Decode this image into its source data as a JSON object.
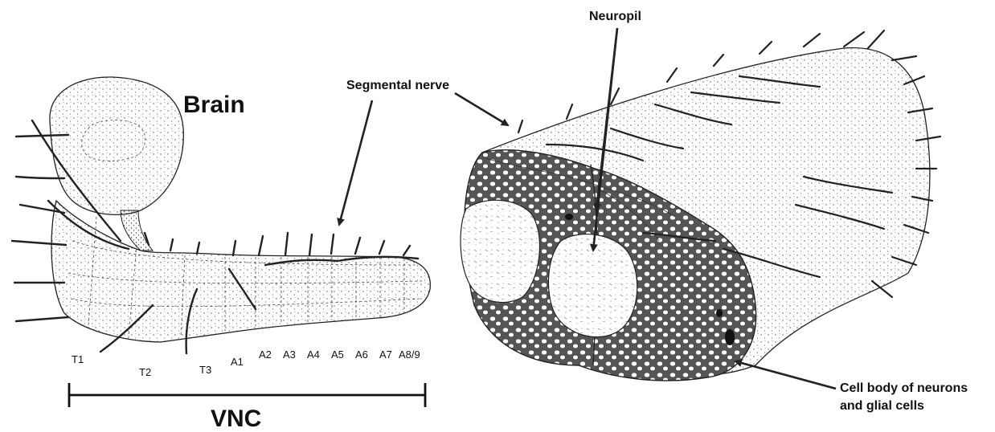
{
  "labels": {
    "brain": "Brain",
    "vnc": "VNC",
    "segmental_nerve": "Segmental nerve",
    "neuropil": "Neuropil",
    "cell_body_line1": "Cell body of neurons",
    "cell_body_line2": "and glial cells"
  },
  "segments": [
    "T1",
    "T2",
    "T3",
    "A1",
    "A2",
    "A3",
    "A4",
    "A5",
    "A6",
    "A7",
    "A8/9"
  ],
  "colors": {
    "ink": "#222222",
    "stipple": "#555555",
    "background": "#ffffff"
  }
}
